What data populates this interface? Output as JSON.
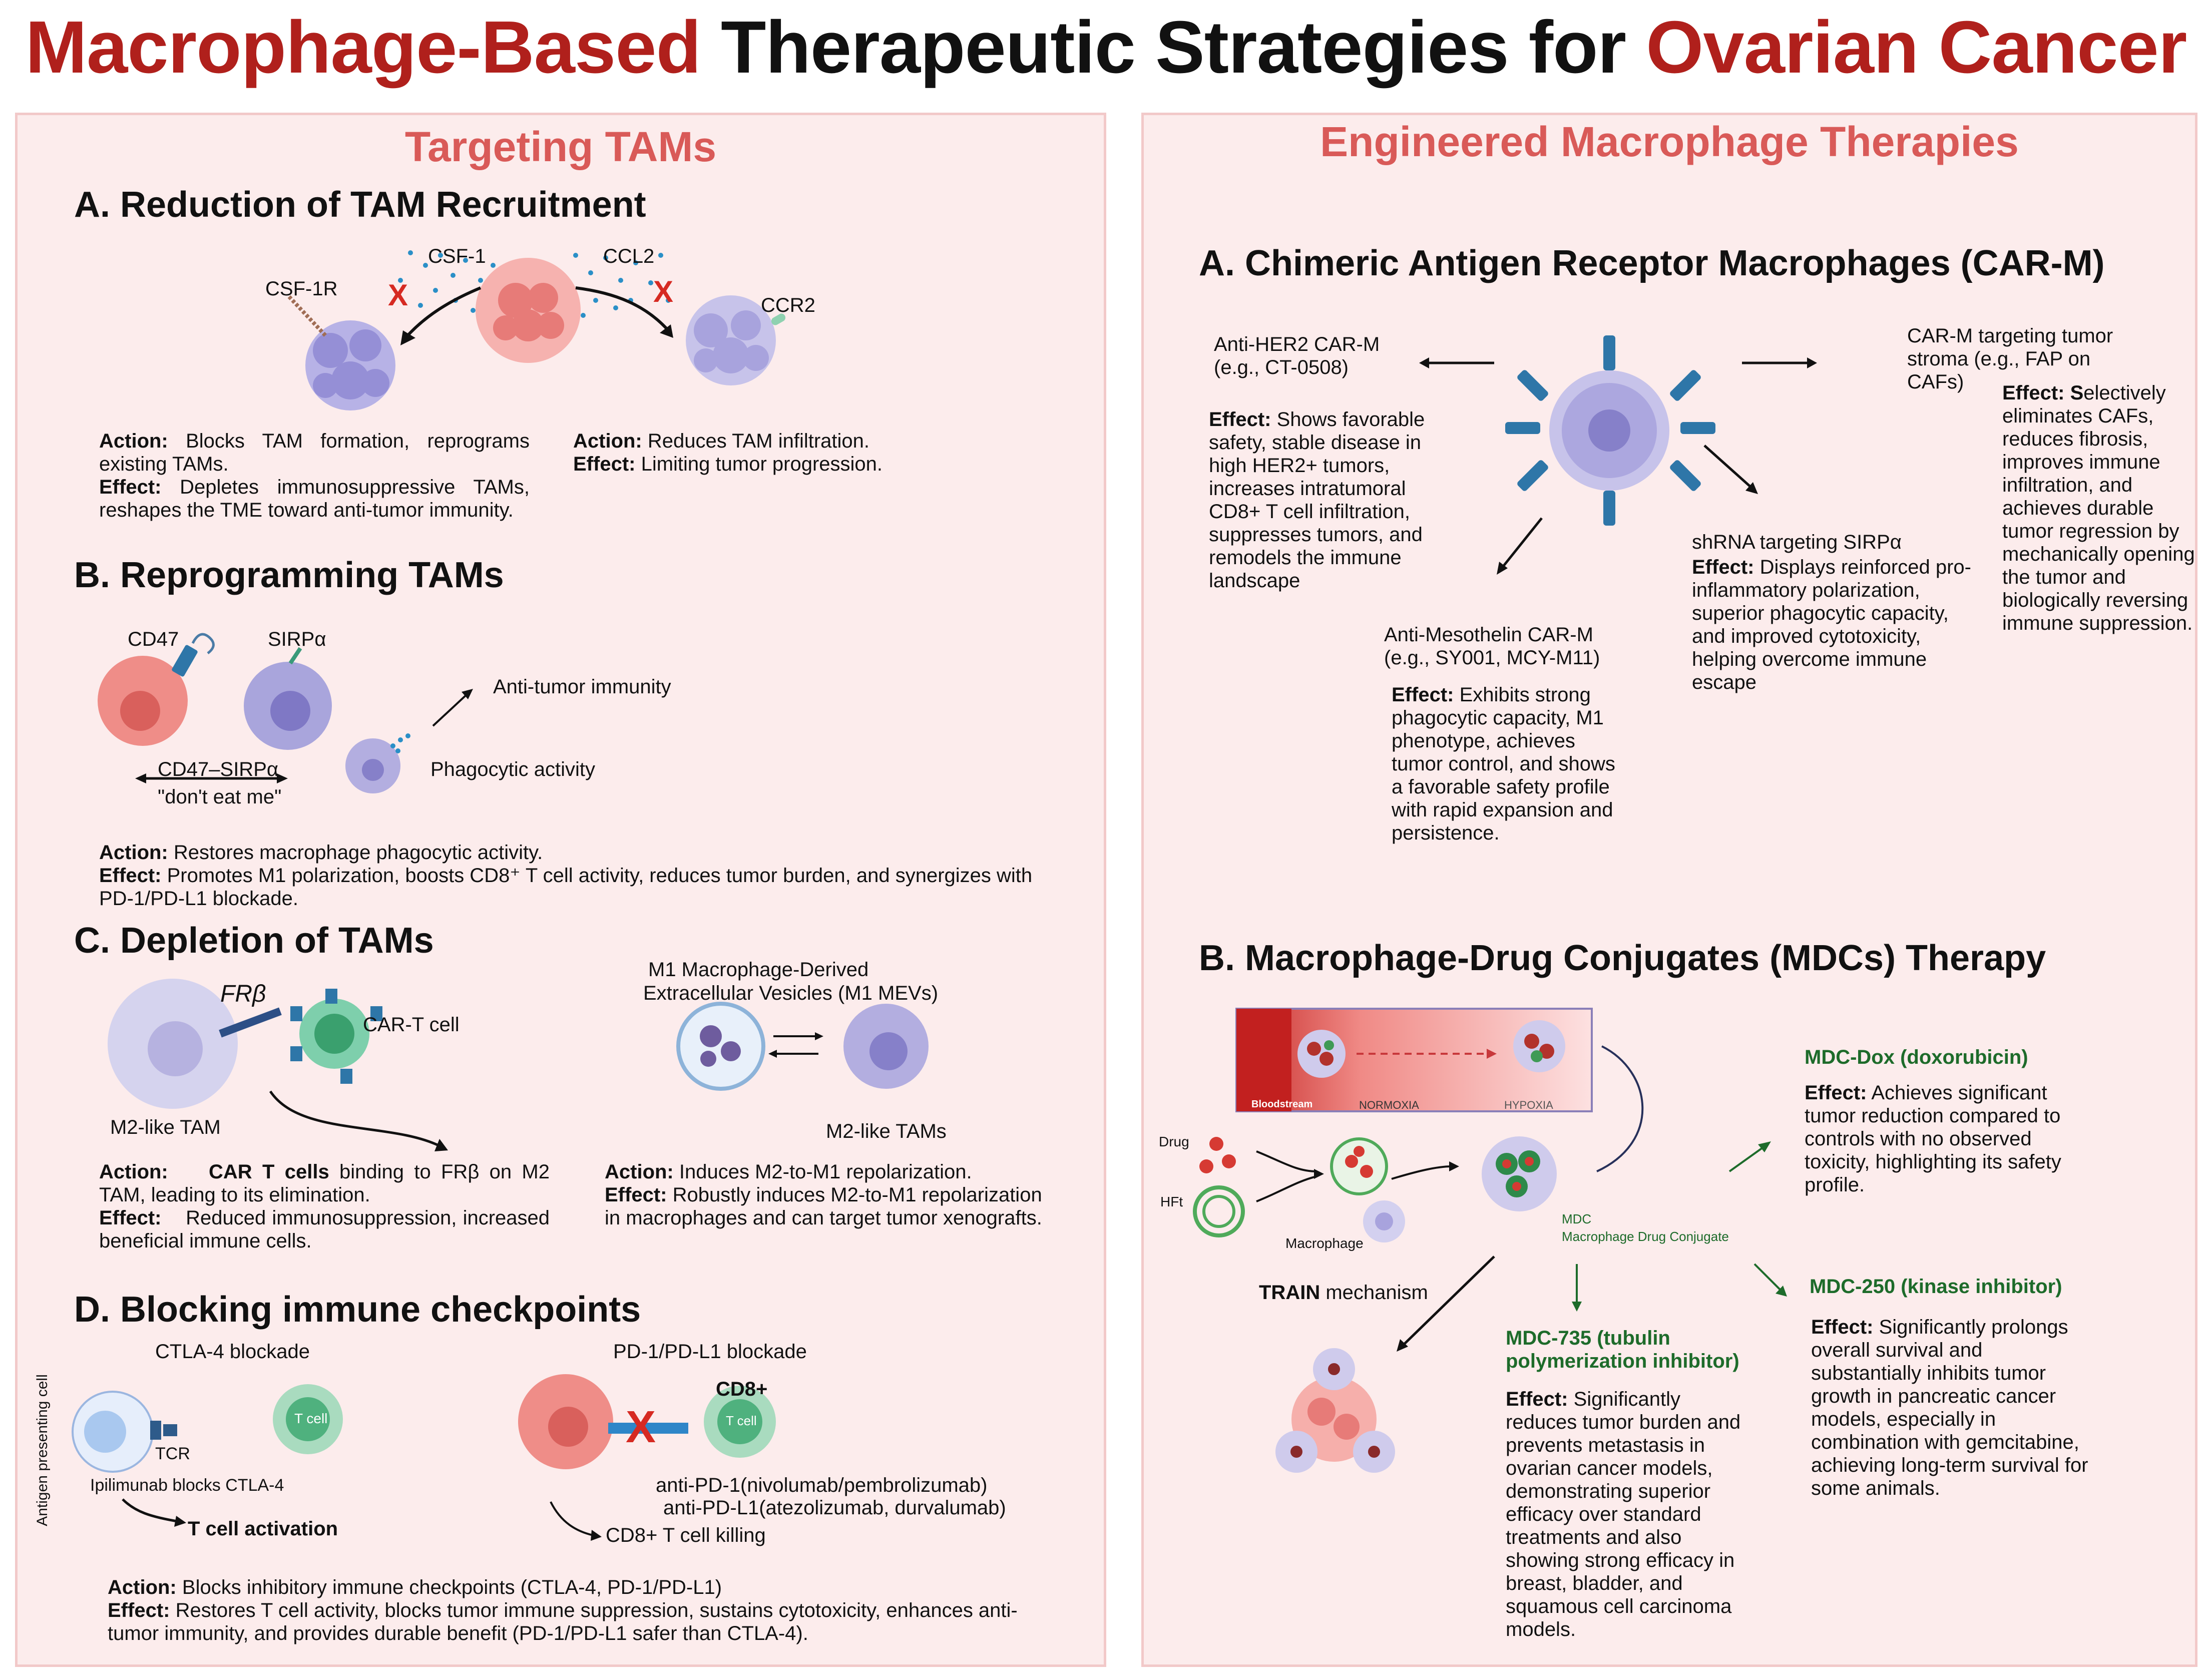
{
  "title": {
    "part1": "Macrophage-Based",
    "part2": "Therapeutic Strategies for",
    "part3": "Ovarian Cancer"
  },
  "colors": {
    "accent_red": "#b0201c",
    "section_title": "#d95a58",
    "panel_bg": "#fcecec",
    "green": "#1d6b2a",
    "cell_purple": "#a9a5dc",
    "tumor_red": "#ec8a86"
  },
  "left": {
    "heading": "Targeting TAMs",
    "A": {
      "title": "A. Reduction of TAM Recruitment",
      "csf1": "CSF-1",
      "ccl2": "CCL2",
      "csf1r": "CSF-1R",
      "ccr2": "CCR2",
      "x": "X",
      "action1_label": "Action:",
      "action1": "Blocks TAM formation, reprograms existing TAMs.",
      "effect1_label": "Effect:",
      "effect1": "Depletes immunosuppressive TAMs, reshapes the TME toward anti-tumor immunity.",
      "action2_label": "Action:",
      "action2": "Reduces TAM infiltration.",
      "effect2_label": "Effect:",
      "effect2": "Limiting tumor progression."
    },
    "B": {
      "title": "B. Reprogramming TAMs",
      "cd47": "CD47",
      "sirpa": "SIRPα",
      "axis": "CD47–SIRPα",
      "dont_eat": "\"don't eat me\"",
      "anti_tumor": "Anti-tumor immunity",
      "phago": "Phagocytic activity",
      "action_label": "Action:",
      "action": "Restores macrophage phagocytic activity.",
      "effect_label": "Effect:",
      "effect": "Promotes M1 polarization, boosts CD8⁺ T cell activity, reduces tumor burden, and synergizes with PD-1/PD-L1 blockade."
    },
    "C": {
      "title": "C. Depletion of TAMs",
      "frb": "FRβ",
      "cart": "CAR-T cell",
      "m2_tam": "M2-like TAM",
      "mev_line1": "M1 Macrophage-Derived",
      "mev_line2": "Extracellular Vesicles (M1 MEVs)",
      "m2_tams": "M2-like TAMs",
      "action1_label": "Action:",
      "action1_bold": "CAR T cells",
      "action1": "binding to FRβ on M2 TAM, leading to its elimination.",
      "effect1_label": "Effect:",
      "effect1": "Reduced immunosuppression, increased beneficial immune cells.",
      "action2_label": "Action:",
      "action2": "Induces M2-to-M1 repolarization.",
      "effect2_label": "Effect:",
      "effect2": "Robustly induces M2-to-M1 repolarization in macrophages and can target tumor xenografts."
    },
    "D": {
      "title": "D. Blocking immune checkpoints",
      "ctla4": "CTLA-4 blockade",
      "pd1": "PD-1/PD-L1 blockade",
      "apc": "Antigen presenting cell",
      "tcr": "TCR",
      "tcell": "T cell",
      "tcell_small": "T cell",
      "cd8": "CD8+",
      "ipi": "Ipilimunab blocks CTLA-4",
      "activation": "T cell activation",
      "anti_pd1": "anti-PD-1(nivolumab/pembrolizumab)",
      "anti_pdl1": "anti-PD-L1(atezolizumab, durvalumab)",
      "killing": "CD8+ T cell killing",
      "x": "X",
      "action_label": "Action:",
      "action": "Blocks inhibitory immune checkpoints (CTLA-4, PD-1/PD-L1)",
      "effect_label": "Effect:",
      "effect": "Restores T cell activity, blocks tumor immune suppression, sustains cytotoxicity, enhances anti-tumor immunity, and provides durable benefit (PD-1/PD-L1 safer than CTLA-4)."
    }
  },
  "right": {
    "heading": "Engineered Macrophage Therapies",
    "A": {
      "title": "A. Chimeric Antigen Receptor Macrophages (CAR-M)",
      "her2_name": "Anti-HER2 CAR-M",
      "her2_eg": "(e.g., CT-0508)",
      "her2_effect_label": "Effect:",
      "her2_effect": "Shows favorable safety, stable disease in high HER2+ tumors, increases intratumoral CD8+ T cell infiltration, suppresses tumors, and remodels the immune landscape",
      "meso_name": "Anti-Mesothelin CAR-M",
      "meso_eg": "(e.g., SY001, MCY-M11)",
      "meso_effect_label": "Effect:",
      "meso_effect": "Exhibits strong phagocytic capacity, M1 phenotype, achieves tumor control, and shows a favorable safety profile with rapid expansion and persistence.",
      "shrna_name": "shRNA targeting SIRPα",
      "shrna_effect_label": "Effect:",
      "shrna_effect": "Displays reinforced pro-inflammatory polarization, superior phagocytic capacity, and improved cytotoxicity, helping overcome immune escape",
      "stroma_name": "CAR-M targeting tumor stroma (e.g., FAP on CAFs)",
      "stroma_effect_label": "Effect: S",
      "stroma_effect": "electively eliminates CAFs, reduces fibrosis, improves immune infiltration, and achieves durable tumor regression by mechanically opening the tumor and biologically reversing immune suppression."
    },
    "B": {
      "title": "B. Macrophage-Drug Conjugates (MDCs) Therapy",
      "bloodstream": "Bloodstream",
      "normoxia": "NORMOXIA",
      "hypoxia": "HYPOXIA",
      "drug": "Drug",
      "hft": "HFt",
      "macrophage": "Macrophage",
      "mdc": "MDC",
      "mdc_full": "Macrophage Drug Conjugate",
      "train_bold": "TRAIN",
      "train": "mechanism",
      "dox_name": "MDC-Dox (doxorubicin)",
      "dox_effect_label": "Effect:",
      "dox_effect": "Achieves significant tumor reduction compared to controls with no observed toxicity, highlighting its safety profile.",
      "m250_name": "MDC-250 (kinase inhibitor)",
      "m250_effect_label": "Effect:",
      "m250_effect": "Significantly prolongs overall survival and substantially inhibits tumor growth in pancreatic cancer models, especially in combination with gemcitabine, achieving long-term survival for some animals.",
      "m735_name": "MDC-735 (tubulin polymerization inhibitor)",
      "m735_effect_label": "Effect:",
      "m735_effect": "Significantly reduces tumor burden and prevents metastasis in ovarian cancer models, demonstrating superior efficacy over standard treatments and also showing strong efficacy in breast, bladder, and squamous cell carcinoma models."
    }
  }
}
